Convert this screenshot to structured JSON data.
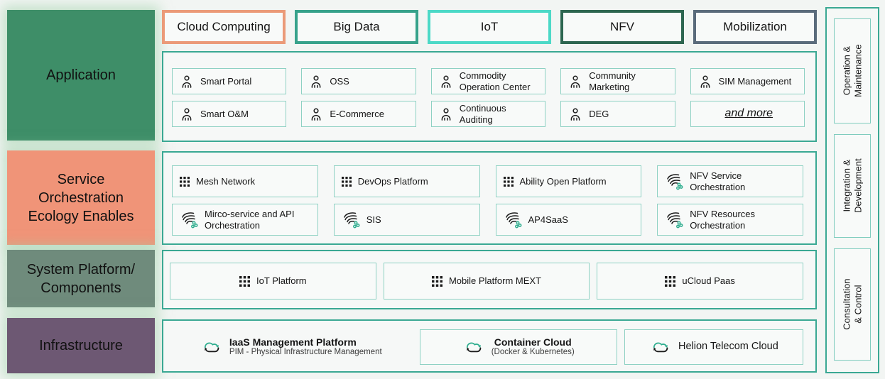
{
  "colors": {
    "background": "#F2F5F3",
    "application_green": "#3E8E68",
    "service_salmon": "#F09478",
    "system_sage": "#6F8B7C",
    "infrastructure_purple": "#6D5873",
    "panel_border_teal": "#3AA893",
    "item_border_teal": "#8ED1C3",
    "tab_cloud_computing_border": "#EB9A78",
    "tab_big_data_border": "#37A28B",
    "tab_iot_border": "#4CD9C7",
    "tab_nfv_border": "#2D6650",
    "tab_mobilization_border": "#5A6B7B",
    "icon_accent_green": "#2FAE8F"
  },
  "left_layers": [
    {
      "label": "Application"
    },
    {
      "label": "Service\nOrchestration\nEcology Enables"
    },
    {
      "label": "System Platform/\nComponents"
    },
    {
      "label": "Infrastructure"
    }
  ],
  "tabs": [
    {
      "label": "Cloud Computing"
    },
    {
      "label": "Big Data"
    },
    {
      "label": "IoT"
    },
    {
      "label": "NFV"
    },
    {
      "label": "Mobilization"
    }
  ],
  "app_items": [
    {
      "label": "Smart Portal",
      "icon": "person-icon"
    },
    {
      "label": "OSS",
      "icon": "person-icon"
    },
    {
      "label": "Commodity Operation Center",
      "icon": "person-icon"
    },
    {
      "label": "Community Marketing",
      "icon": "person-icon"
    },
    {
      "label": "SIM Management",
      "icon": "person-icon"
    },
    {
      "label": "Smart O&M",
      "icon": "person-icon"
    },
    {
      "label": "E-Commerce",
      "icon": "person-icon"
    },
    {
      "label": "Continuous Auditing",
      "icon": "person-icon"
    },
    {
      "label": "DEG",
      "icon": "person-icon"
    },
    {
      "label": "and more",
      "icon": null
    }
  ],
  "svc_items": [
    {
      "label": "Mesh Network",
      "icon": "grid-icon"
    },
    {
      "label": "DevOps Platform",
      "icon": "grid-icon"
    },
    {
      "label": "Ability Open Platform",
      "icon": "grid-icon"
    },
    {
      "label": "NFV Service Orchestration",
      "icon": "orchestration-swirl-icon"
    },
    {
      "label": "Mirco-service and API Orchestration",
      "icon": "orchestration-swirl-icon"
    },
    {
      "label": "SIS",
      "icon": "orchestration-swirl-icon"
    },
    {
      "label": "AP4SaaS",
      "icon": "orchestration-swirl-icon"
    },
    {
      "label": "NFV Resources Orchestration",
      "icon": "orchestration-swirl-icon"
    }
  ],
  "sys_items": [
    {
      "label": "IoT Platform",
      "icon": "grid-icon"
    },
    {
      "label": "Mobile Platform MEXT",
      "icon": "grid-icon"
    },
    {
      "label": "uCloud Paas",
      "icon": "grid-icon"
    }
  ],
  "infra_items": [
    {
      "title": "IaaS Management Platform",
      "subtitle": "PIM - Physical Infrastructure Management",
      "icon": "cloud-sync-icon"
    },
    {
      "title": "Container Cloud",
      "subtitle": "(Docker & Kubernetes)",
      "icon": "cloud-sync-icon"
    },
    {
      "title": "Helion Telecom Cloud",
      "subtitle": "",
      "icon": "cloud-sync-icon"
    }
  ],
  "sidebar": [
    {
      "label": "Operation &\nMaintenance"
    },
    {
      "label": "Integration &\nDevelopment"
    },
    {
      "label": "Consultation & Control"
    }
  ]
}
